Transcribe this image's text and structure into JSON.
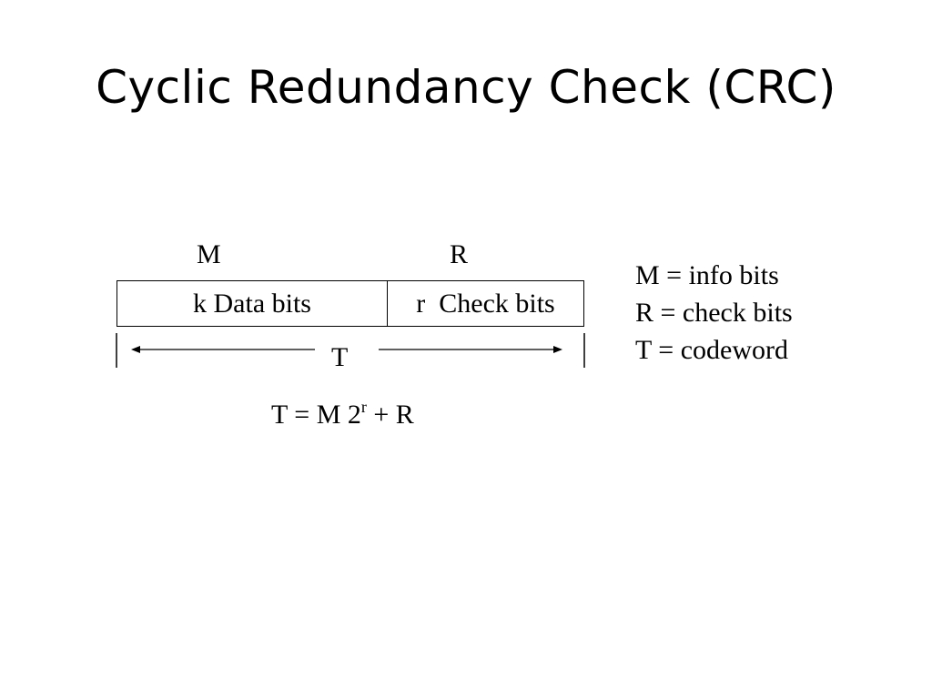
{
  "title": "Cyclic Redundancy Check (CRC)",
  "diagram": {
    "label_m": "M",
    "label_r": "R",
    "data_segment": "k Data bits",
    "check_segment": "r  Check bits",
    "span_label": "T"
  },
  "formula": {
    "lhs": "T = M 2",
    "exponent": "r",
    "rhs": " + R"
  },
  "legend": [
    "M = info bits",
    "R = check bits",
    "T = codeword"
  ]
}
